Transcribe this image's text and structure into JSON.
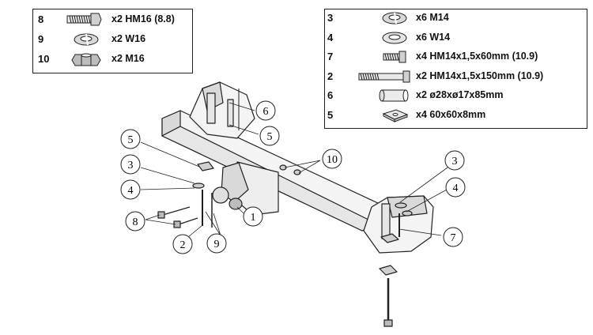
{
  "parts_left": [
    {
      "num": "8",
      "label": "x2 HM16 (8.8)",
      "icon": "hex-bolt-icon"
    },
    {
      "num": "9",
      "label": "x2 W16",
      "icon": "spring-washer-icon"
    },
    {
      "num": "10",
      "label": "x2 M16",
      "icon": "hex-nut-icon"
    }
  ],
  "parts_right": [
    {
      "num": "3",
      "label": "x6 M14",
      "icon": "spring-washer-icon"
    },
    {
      "num": "4",
      "label": "x6 W14",
      "icon": "flat-washer-icon"
    },
    {
      "num": "7",
      "label": "x4 HM14x1,5x60mm (10.9)",
      "icon": "short-bolt-icon"
    },
    {
      "num": "2",
      "label": "x2 HM14x1,5x150mm (10.9)",
      "icon": "long-bolt-icon"
    },
    {
      "num": "6",
      "label": "x2 ø28xø17x85mm",
      "icon": "spacer-tube-icon"
    },
    {
      "num": "5",
      "label": "x4 60x60x8mm",
      "icon": "square-plate-icon"
    }
  ],
  "callouts": [
    "6",
    "5",
    "5",
    "3",
    "4",
    "8",
    "2",
    "9",
    "1",
    "10",
    "3",
    "4",
    "7"
  ],
  "colors": {
    "line": "#222222",
    "fill_light": "#f4f4f4",
    "fill_mid": "#d9d9d9",
    "fill_dark": "#9a9a9a"
  }
}
